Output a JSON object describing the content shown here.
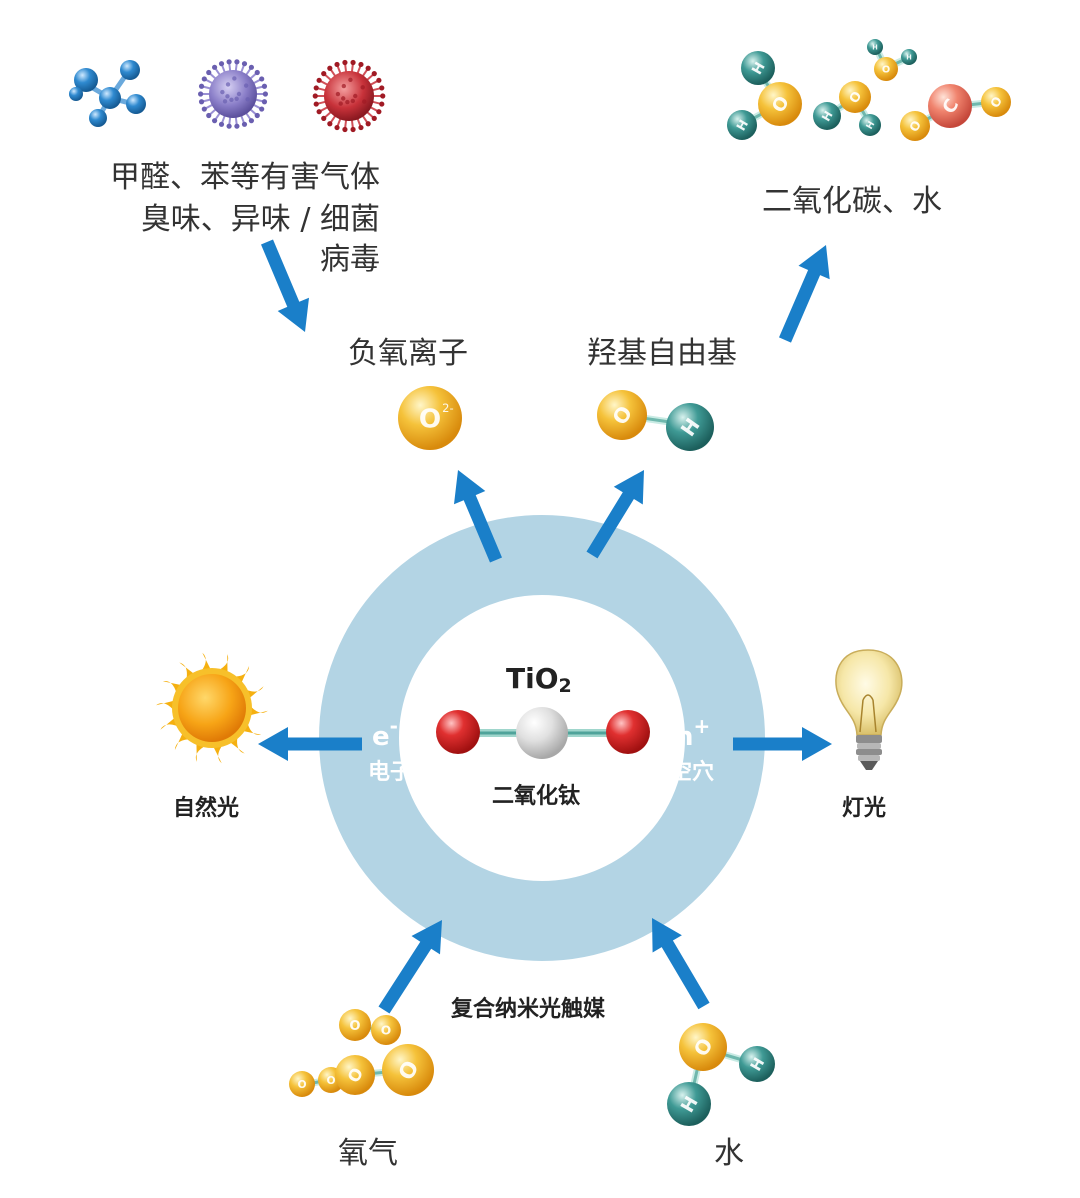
{
  "center": {
    "formula_main": "TiO",
    "formula_sub": "2",
    "name": "二氧化钛"
  },
  "ring": {
    "electron_symbol": "e",
    "electron_sup": "-",
    "electron_label": "电子",
    "hole_symbol": "h",
    "hole_sup": "+",
    "hole_label": "空穴"
  },
  "inputs": {
    "pollutants_line1": "甲醛、苯等有害气体",
    "pollutants_line2": "臭味、异味 / 细菌",
    "pollutants_line3": "病毒",
    "oxygen": "氧气",
    "water": "水",
    "catalyst": "复合纳米光触媒"
  },
  "outputs": {
    "negative_oxygen_ion": "负氧离子",
    "hydroxyl_radical": "羟基自由基",
    "products": "二氧化碳、水",
    "natural_light": "自然光",
    "lamp_light": "灯光"
  },
  "atoms": {
    "o": "O",
    "h": "H",
    "c": "C",
    "o2_ion": "O",
    "o2_ion_sup": "2-"
  },
  "colors": {
    "arrow_blue": "#1a7fc9",
    "ring_blue": "#b3d4e4",
    "oxygen_atom": "#f0a81c",
    "hydrogen_atom": "#2f8a86",
    "carbon_atom": "#e96a5a",
    "tio2_oxygen": "#d62a2a",
    "tio2_titanium": "#d6d6d6",
    "sun": "#f7a416",
    "pollutant_molecule": "#2c86c8",
    "virus_purple": "#8a7ec8",
    "virus_red": "#c8323a"
  }
}
